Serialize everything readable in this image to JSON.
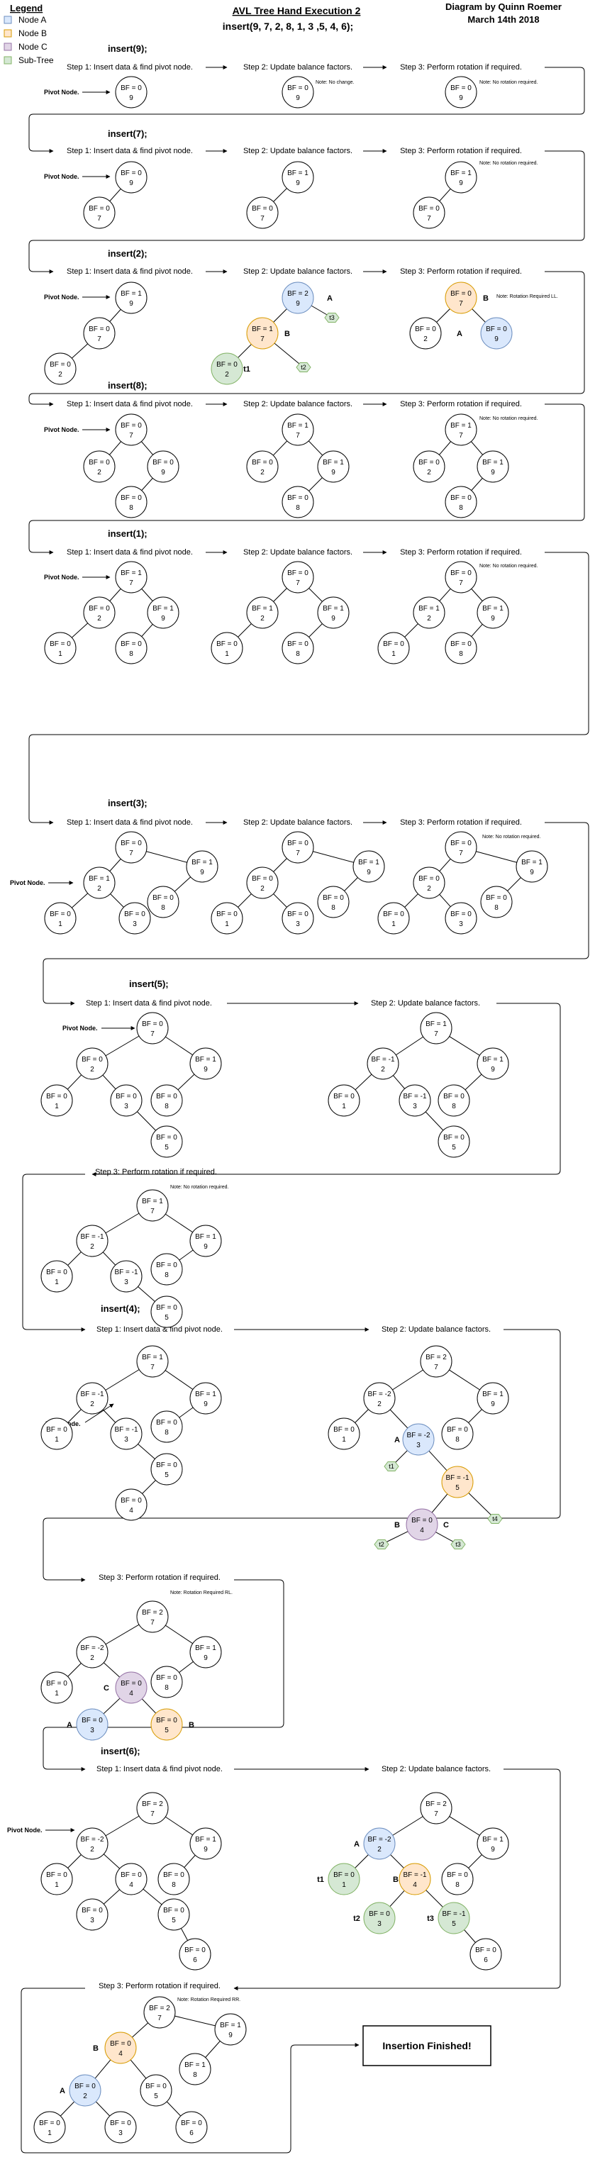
{
  "header": {
    "title": "AVL Tree Hand Execution 2",
    "subtitle": "insert(9, 7, 2, 8, 1, 3 ,5, 4, 6);",
    "author": "Diagram by Quinn Roemer",
    "date": "March 14th 2018"
  },
  "legend": {
    "title": "Legend",
    "items": [
      {
        "label": "Node A",
        "color": "#dae8fc"
      },
      {
        "label": "Node B",
        "color": "#ffe6cc"
      },
      {
        "label": "Node C",
        "color": "#e1d5e7"
      },
      {
        "label": "Sub-Tree",
        "color": "#d5e8d4"
      }
    ]
  },
  "colors": {
    "A": "#dae8fc",
    "B": "#ffe6cc",
    "C": "#e1d5e7",
    "S": "#d5e8d4",
    "plain": "#ffffff"
  },
  "labels": {
    "step1": "Step 1: Insert data & find pivot node.",
    "step2": "Step 2: Update balance factors.",
    "step3": "Step 3: Perform rotation if required.",
    "pivot": "Pivot Node."
  },
  "sections": [
    {
      "title": "insert(9);",
      "notes": [
        "Note: No change.",
        "Note: No rotation required."
      ]
    },
    {
      "title": "insert(7);",
      "notes": [
        "Note: No rotation required."
      ]
    },
    {
      "title": "insert(2);",
      "notes": [
        "Note: Rotation Required LL."
      ]
    },
    {
      "title": "insert(8);",
      "notes": [
        "Note: No rotation required."
      ]
    },
    {
      "title": "insert(1);",
      "notes": [
        "Note: No rotation required."
      ]
    },
    {
      "title": "insert(3);",
      "notes": [
        "Note: No rotation required."
      ]
    },
    {
      "title": "insert(5);",
      "notes": [
        "Note: No rotation required."
      ]
    },
    {
      "title": "insert(4);",
      "notes": [
        "Note: Rotation Required RL."
      ]
    },
    {
      "title": "insert(6);",
      "notes": [
        "Note: Rotation Required RR."
      ]
    }
  ],
  "finish": "Insertion Finished!",
  "trees": [
    {
      "nodes": [
        {
          "bf": "0",
          "v": "9",
          "c": "plain"
        }
      ]
    },
    {
      "nodes": [
        {
          "bf": "0",
          "v": "9",
          "c": "plain"
        }
      ]
    },
    {
      "nodes": [
        {
          "bf": "0",
          "v": "9",
          "c": "plain"
        }
      ]
    },
    {
      "nodes": [
        {
          "bf": "0",
          "v": "9",
          "c": "plain"
        },
        {
          "bf": "0",
          "v": "7",
          "c": "plain"
        }
      ]
    },
    {
      "nodes": [
        {
          "bf": "1",
          "v": "9",
          "c": "plain"
        },
        {
          "bf": "0",
          "v": "7",
          "c": "plain"
        }
      ]
    },
    {
      "nodes": [
        {
          "bf": "1",
          "v": "9",
          "c": "plain"
        },
        {
          "bf": "0",
          "v": "7",
          "c": "plain"
        }
      ]
    },
    {
      "nodes": [
        {
          "bf": "1",
          "v": "9",
          "c": "plain"
        },
        {
          "bf": "0",
          "v": "7",
          "c": "plain"
        },
        {
          "bf": "0",
          "v": "2",
          "c": "plain"
        }
      ]
    },
    {
      "nodes": [
        {
          "bf": "2",
          "v": "9",
          "c": "A",
          "tag": "A"
        },
        {
          "bf": "1",
          "v": "7",
          "c": "B",
          "tag": "B"
        },
        {
          "bf": "0",
          "v": "2",
          "c": "S",
          "tag": "t1"
        }
      ],
      "subtrees": [
        "t3",
        "t2"
      ]
    },
    {
      "nodes": [
        {
          "bf": "0",
          "v": "7",
          "c": "B",
          "tag": "B"
        },
        {
          "bf": "0",
          "v": "2",
          "c": "plain"
        },
        {
          "bf": "0",
          "v": "9",
          "c": "A",
          "tag": "A"
        }
      ]
    },
    {
      "nodes": [
        {
          "bf": "0",
          "v": "7",
          "c": "plain"
        },
        {
          "bf": "0",
          "v": "2",
          "c": "plain"
        },
        {
          "bf": "0",
          "v": "9",
          "c": "plain"
        },
        {
          "bf": "0",
          "v": "8",
          "c": "plain"
        }
      ]
    },
    {
      "nodes": [
        {
          "bf": "1",
          "v": "7",
          "c": "plain"
        },
        {
          "bf": "0",
          "v": "2",
          "c": "plain"
        },
        {
          "bf": "1",
          "v": "9",
          "c": "plain"
        },
        {
          "bf": "0",
          "v": "8",
          "c": "plain"
        }
      ]
    },
    {
      "nodes": [
        {
          "bf": "1",
          "v": "7",
          "c": "plain"
        },
        {
          "bf": "0",
          "v": "2",
          "c": "plain"
        },
        {
          "bf": "1",
          "v": "9",
          "c": "plain"
        },
        {
          "bf": "0",
          "v": "8",
          "c": "plain"
        }
      ]
    },
    {
      "nodes": [
        {
          "bf": "1",
          "v": "7",
          "c": "plain"
        },
        {
          "bf": "0",
          "v": "2",
          "c": "plain"
        },
        {
          "bf": "1",
          "v": "9",
          "c": "plain"
        },
        {
          "bf": "0",
          "v": "1",
          "c": "plain"
        },
        {
          "bf": "0",
          "v": "8",
          "c": "plain"
        }
      ]
    },
    {
      "nodes": [
        {
          "bf": "0",
          "v": "7",
          "c": "plain"
        },
        {
          "bf": "1",
          "v": "2",
          "c": "plain"
        },
        {
          "bf": "1",
          "v": "9",
          "c": "plain"
        },
        {
          "bf": "0",
          "v": "1",
          "c": "plain"
        },
        {
          "bf": "0",
          "v": "8",
          "c": "plain"
        }
      ]
    },
    {
      "nodes": [
        {
          "bf": "0",
          "v": "7",
          "c": "plain"
        },
        {
          "bf": "1",
          "v": "2",
          "c": "plain"
        },
        {
          "bf": "1",
          "v": "9",
          "c": "plain"
        },
        {
          "bf": "0",
          "v": "1",
          "c": "plain"
        },
        {
          "bf": "0",
          "v": "8",
          "c": "plain"
        }
      ]
    },
    {
      "nodes": [
        {
          "bf": "0",
          "v": "7",
          "c": "plain"
        },
        {
          "bf": "1",
          "v": "2",
          "c": "plain"
        },
        {
          "bf": "1",
          "v": "9",
          "c": "plain"
        },
        {
          "bf": "0",
          "v": "1",
          "c": "plain"
        },
        {
          "bf": "0",
          "v": "3",
          "c": "plain"
        },
        {
          "bf": "0",
          "v": "8",
          "c": "plain"
        }
      ]
    },
    {
      "nodes": [
        {
          "bf": "0",
          "v": "7",
          "c": "plain"
        },
        {
          "bf": "0",
          "v": "2",
          "c": "plain"
        },
        {
          "bf": "1",
          "v": "9",
          "c": "plain"
        },
        {
          "bf": "0",
          "v": "1",
          "c": "plain"
        },
        {
          "bf": "0",
          "v": "3",
          "c": "plain"
        },
        {
          "bf": "0",
          "v": "8",
          "c": "plain"
        }
      ]
    },
    {
      "nodes": [
        {
          "bf": "0",
          "v": "7",
          "c": "plain"
        },
        {
          "bf": "0",
          "v": "2",
          "c": "plain"
        },
        {
          "bf": "1",
          "v": "9",
          "c": "plain"
        },
        {
          "bf": "0",
          "v": "1",
          "c": "plain"
        },
        {
          "bf": "0",
          "v": "3",
          "c": "plain"
        },
        {
          "bf": "0",
          "v": "8",
          "c": "plain"
        }
      ]
    },
    {
      "nodes": [
        {
          "bf": "0",
          "v": "7",
          "c": "plain"
        },
        {
          "bf": "0",
          "v": "2",
          "c": "plain"
        },
        {
          "bf": "1",
          "v": "9",
          "c": "plain"
        },
        {
          "bf": "0",
          "v": "1",
          "c": "plain"
        },
        {
          "bf": "0",
          "v": "3",
          "c": "plain"
        },
        {
          "bf": "0",
          "v": "8",
          "c": "plain"
        },
        {
          "bf": "0",
          "v": "5",
          "c": "plain"
        }
      ]
    },
    {
      "nodes": [
        {
          "bf": "1",
          "v": "7",
          "c": "plain"
        },
        {
          "bf": "-1",
          "v": "2",
          "c": "plain"
        },
        {
          "bf": "1",
          "v": "9",
          "c": "plain"
        },
        {
          "bf": "0",
          "v": "1",
          "c": "plain"
        },
        {
          "bf": "-1",
          "v": "3",
          "c": "plain"
        },
        {
          "bf": "0",
          "v": "8",
          "c": "plain"
        },
        {
          "bf": "0",
          "v": "5",
          "c": "plain"
        }
      ]
    },
    {
      "nodes": [
        {
          "bf": "1",
          "v": "7",
          "c": "plain"
        },
        {
          "bf": "-1",
          "v": "2",
          "c": "plain"
        },
        {
          "bf": "1",
          "v": "9",
          "c": "plain"
        },
        {
          "bf": "0",
          "v": "1",
          "c": "plain"
        },
        {
          "bf": "-1",
          "v": "3",
          "c": "plain"
        },
        {
          "bf": "0",
          "v": "8",
          "c": "plain"
        },
        {
          "bf": "0",
          "v": "5",
          "c": "plain"
        }
      ]
    },
    {
      "nodes": [
        {
          "bf": "1",
          "v": "7",
          "c": "plain"
        },
        {
          "bf": "-1",
          "v": "2",
          "c": "plain"
        },
        {
          "bf": "1",
          "v": "9",
          "c": "plain"
        },
        {
          "bf": "0",
          "v": "1",
          "c": "plain"
        },
        {
          "bf": "-1",
          "v": "3",
          "c": "plain"
        },
        {
          "bf": "0",
          "v": "8",
          "c": "plain"
        },
        {
          "bf": "0",
          "v": "5",
          "c": "plain"
        },
        {
          "bf": "0",
          "v": "4",
          "c": "plain"
        }
      ]
    },
    {
      "nodes": [
        {
          "bf": "2",
          "v": "7",
          "c": "plain"
        },
        {
          "bf": "-2",
          "v": "2",
          "c": "plain"
        },
        {
          "bf": "1",
          "v": "9",
          "c": "plain"
        },
        {
          "bf": "0",
          "v": "1",
          "c": "plain"
        },
        {
          "bf": "-2",
          "v": "3",
          "c": "A",
          "tag": "A"
        },
        {
          "bf": "0",
          "v": "8",
          "c": "plain"
        },
        {
          "bf": "-1",
          "v": "5",
          "c": "B",
          "tag": "B"
        },
        {
          "bf": "0",
          "v": "4",
          "c": "C",
          "tag": "C"
        }
      ],
      "subtrees": [
        "t1",
        "t4",
        "t2",
        "t3"
      ]
    },
    {
      "nodes": [
        {
          "bf": "2",
          "v": "7",
          "c": "plain"
        },
        {
          "bf": "-2",
          "v": "2",
          "c": "plain"
        },
        {
          "bf": "1",
          "v": "9",
          "c": "plain"
        },
        {
          "bf": "0",
          "v": "1",
          "c": "plain"
        },
        {
          "bf": "0",
          "v": "4",
          "c": "C",
          "tag": "C"
        },
        {
          "bf": "0",
          "v": "8",
          "c": "plain"
        },
        {
          "bf": "0",
          "v": "3",
          "c": "A",
          "tag": "A"
        },
        {
          "bf": "0",
          "v": "5",
          "c": "B",
          "tag": "B"
        }
      ]
    },
    {
      "nodes": [
        {
          "bf": "2",
          "v": "7",
          "c": "plain"
        },
        {
          "bf": "-2",
          "v": "2",
          "c": "plain"
        },
        {
          "bf": "1",
          "v": "9",
          "c": "plain"
        },
        {
          "bf": "0",
          "v": "1",
          "c": "plain"
        },
        {
          "bf": "0",
          "v": "4",
          "c": "plain"
        },
        {
          "bf": "0",
          "v": "8",
          "c": "plain"
        },
        {
          "bf": "0",
          "v": "3",
          "c": "plain"
        },
        {
          "bf": "0",
          "v": "5",
          "c": "plain"
        },
        {
          "bf": "0",
          "v": "6",
          "c": "plain"
        }
      ]
    },
    {
      "nodes": [
        {
          "bf": "2",
          "v": "7",
          "c": "plain"
        },
        {
          "bf": "-2",
          "v": "2",
          "c": "A",
          "tag": "A"
        },
        {
          "bf": "1",
          "v": "9",
          "c": "plain"
        },
        {
          "bf": "0",
          "v": "1",
          "c": "S",
          "tag": "t1"
        },
        {
          "bf": "-1",
          "v": "4",
          "c": "B",
          "tag": "B"
        },
        {
          "bf": "0",
          "v": "8",
          "c": "plain"
        },
        {
          "bf": "0",
          "v": "3",
          "c": "S",
          "tag": "t2"
        },
        {
          "bf": "-1",
          "v": "5",
          "c": "S",
          "tag": "t3"
        },
        {
          "bf": "0",
          "v": "6",
          "c": "plain"
        }
      ]
    },
    {
      "nodes": [
        {
          "bf": "2",
          "v": "7",
          "c": "plain"
        },
        {
          "bf": "0",
          "v": "4",
          "c": "B",
          "tag": "B"
        },
        {
          "bf": "1",
          "v": "9",
          "c": "plain"
        },
        {
          "bf": "0",
          "v": "2",
          "c": "A",
          "tag": "A"
        },
        {
          "bf": "0",
          "v": "5",
          "c": "plain"
        },
        {
          "bf": "1",
          "v": "8",
          "c": "plain"
        },
        {
          "bf": "0",
          "v": "1",
          "c": "plain"
        },
        {
          "bf": "0",
          "v": "3",
          "c": "plain"
        },
        {
          "bf": "0",
          "v": "6",
          "c": "plain"
        }
      ]
    }
  ]
}
